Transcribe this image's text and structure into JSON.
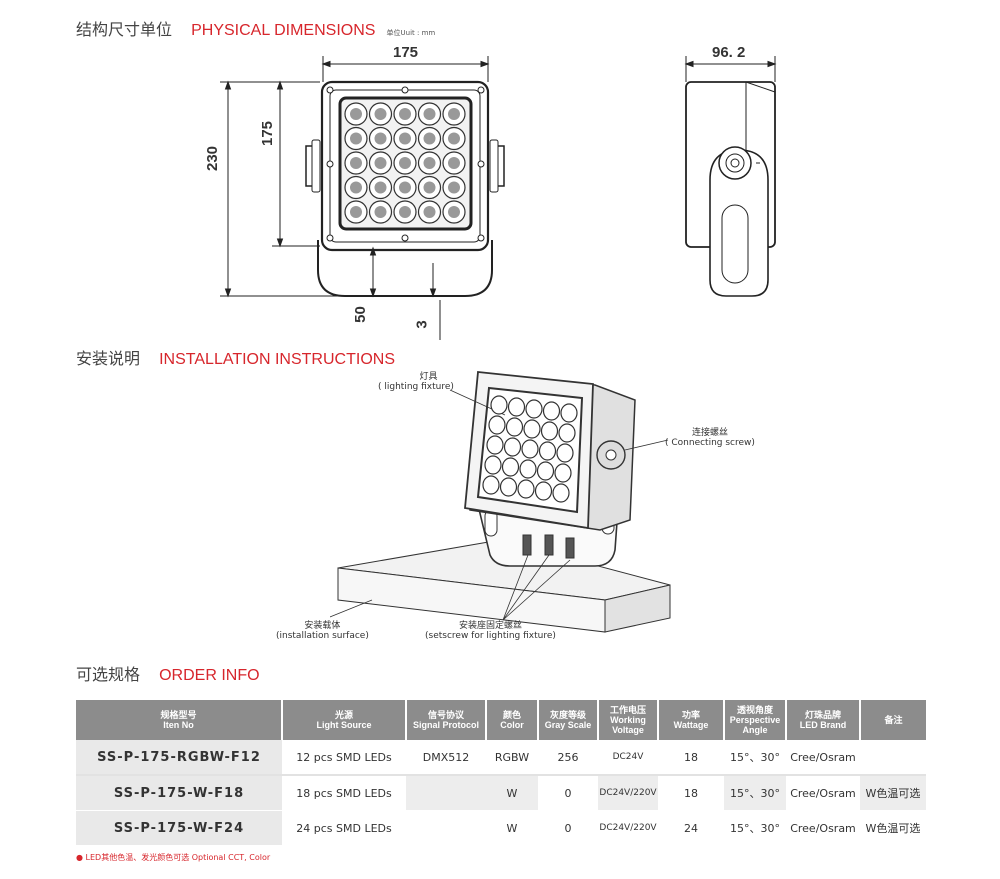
{
  "sections": {
    "dimensions": {
      "cn": "结构尺寸单位",
      "en": "PHYSICAL DIMENSIONS",
      "unit": "单位Uuit : mm"
    },
    "installation": {
      "cn": "安装说明",
      "en": "INSTALLATION INSTRUCTIONS"
    },
    "order": {
      "cn": "可选规格",
      "en": "ORDER INFO"
    }
  },
  "dimensions": {
    "front_width": "175",
    "total_height": "230",
    "panel_height": "175",
    "bracket_height": "50",
    "gap": "3",
    "side_depth": "96. 2"
  },
  "installation_labels": {
    "fixture_cn": "灯具",
    "fixture_en": "( lighting fixture)",
    "screw_cn": "连接螺丝",
    "screw_en": "( Connecting screw)",
    "surface_cn": "安装载体",
    "surface_en": "(installation surface)",
    "setscrew_cn": "安装座固定螺丝",
    "setscrew_en": "(setscrew for lighting fixture)"
  },
  "order_table": {
    "headers": [
      {
        "cn": "规格型号",
        "en": "Iten No"
      },
      {
        "cn": "光源",
        "en": "Light Source"
      },
      {
        "cn": "信号协议",
        "en": "Signal Protocol"
      },
      {
        "cn": "颜色",
        "en": "Color"
      },
      {
        "cn": "灰度等级",
        "en": "Gray Scale"
      },
      {
        "cn": "工作电压",
        "en": "Working Voltage"
      },
      {
        "cn": "功率",
        "en": "Wattage"
      },
      {
        "cn": "透视角度",
        "en": "Perspective Angle"
      },
      {
        "cn": "灯珠品牌",
        "en": "LED Brand"
      },
      {
        "cn": "备注",
        "en": ""
      }
    ],
    "rows": [
      [
        "SS-P-175-RGBW-F12",
        "12 pcs SMD LEDs",
        "DMX512",
        "RGBW",
        "256",
        "DC24V",
        "18",
        "15°、30°",
        "Cree/Osram",
        ""
      ],
      [
        "SS-P-175-W-F18",
        "18 pcs SMD LEDs",
        "",
        "W",
        "0",
        "DC24V/220V",
        "18",
        "15°、30°",
        "Cree/Osram",
        "W色温可选"
      ],
      [
        "SS-P-175-W-F24",
        "24 pcs SMD LEDs",
        "",
        "W",
        "0",
        "DC24V/220V",
        "24",
        "15°、30°",
        "Cree/Osram",
        "W色温可选"
      ]
    ]
  },
  "note": "● LED其他色温、发光颜色可选  Optional CCT, Color"
}
